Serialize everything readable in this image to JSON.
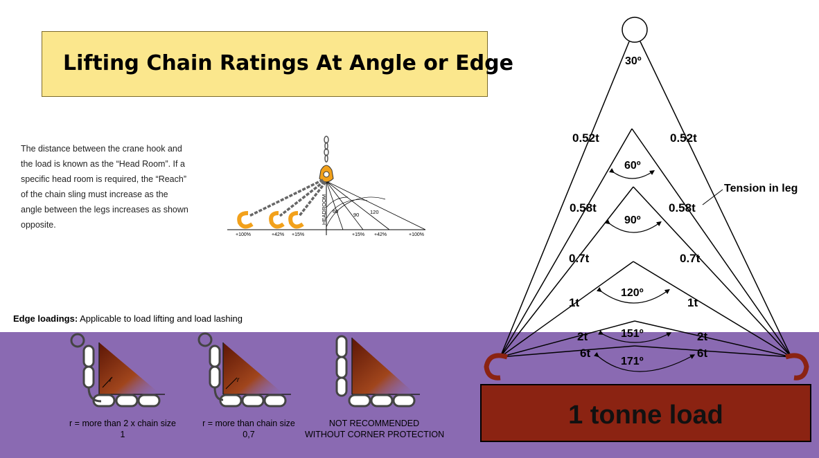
{
  "title": "Lifting Chain Ratings At Angle or Edge",
  "headroom_paragraph": "The distance between the crane hook and the load is known as the “Head Room”. If a specific head room is required, the “Reach” of the chain sling must increase as the angle between the legs increases as shown opposite.",
  "headroom_diagram": {
    "vertical_label": "HEADROOM",
    "angle_labels": [
      "60",
      "90",
      "120"
    ],
    "percent_labels_left": [
      "+100%",
      "+42%",
      "+15%"
    ],
    "percent_labels_right": [
      "+15%",
      "+42%",
      "+100%"
    ]
  },
  "edge_loadings": {
    "heading_bold": "Edge loadings:",
    "heading_text": "Applicable to load lifting and load lashing",
    "items": [
      {
        "caption_line1": "r = more than 2 x chain size",
        "caption_line2": "1",
        "radius_label": "r"
      },
      {
        "caption_line1": "r = more than chain size",
        "caption_line2": "0,7",
        "radius_label": "r"
      },
      {
        "caption_line1": "NOT RECOMMENDED",
        "caption_line2": "WITHOUT CORNER PROTECTION",
        "radius_label": ""
      }
    ]
  },
  "sling_diagram": {
    "leg_labels_left": [
      "0.52t",
      "0.58t",
      "0.7t",
      "1t",
      "2t",
      "6t"
    ],
    "leg_labels_right": [
      "0.52t",
      "0.58t",
      "0.7t",
      "1t",
      "2t",
      "6t"
    ],
    "angles": [
      "30º",
      "60º",
      "90º",
      "120º",
      "151º",
      "171º"
    ],
    "tension_label": "Tension in leg",
    "load_label": "1 tonne load"
  },
  "colors": {
    "title_bg": "#fbe78d",
    "purple_band": "#8a6ab2",
    "load_box": "#8b2312",
    "hook_orange": "#f2a11b",
    "edge_shading": "#8a2d0e"
  }
}
